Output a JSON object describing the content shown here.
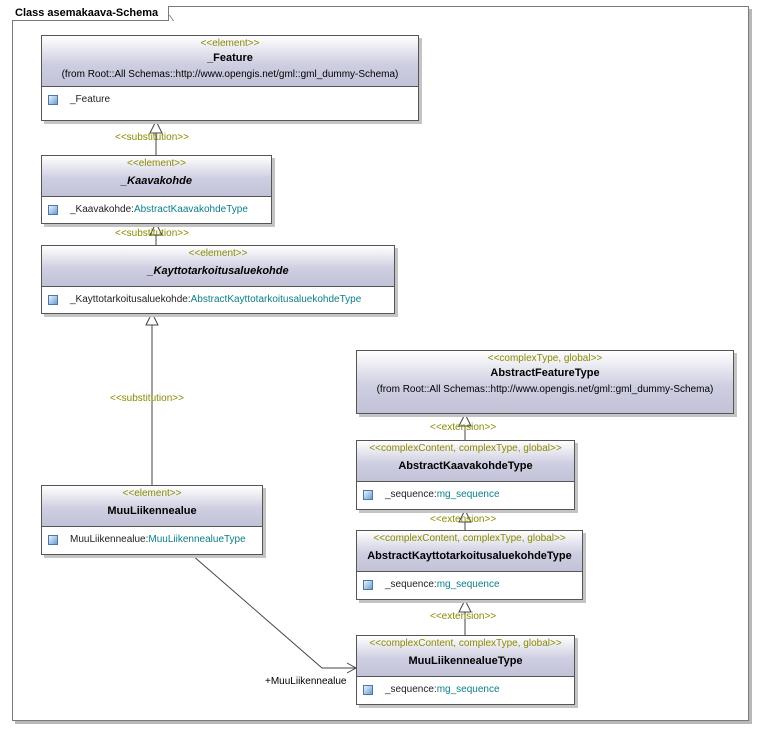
{
  "diagram": {
    "title": "Class asemakaava-Schema",
    "elements": {
      "feature": {
        "stereotype": "<<element>>",
        "name": "_Feature",
        "from": "(from Root::All Schemas::http://www.opengis.net/gml::gml_dummy-Schema)",
        "attr_name": "_Feature",
        "attr_type": ""
      },
      "kaavakohde": {
        "stereotype": "<<element>>",
        "name": "_Kaavakohde",
        "attr_name": "_Kaavakohde:",
        "attr_type": "AbstractKaavakohdeType"
      },
      "kayttotarkoitus": {
        "stereotype": "<<element>>",
        "name": "_Kayttotarkoitusaluekohde",
        "attr_name": "_Kayttotarkoitusaluekohde:",
        "attr_type": "AbstractKayttotarkoitusaluekohdeType"
      },
      "muuliikennealue": {
        "stereotype": "<<element>>",
        "name": "MuuLiikennealue",
        "attr_name": "MuuLiikennealue:",
        "attr_type": "MuuLiikennealueType"
      },
      "abstractfeaturetype": {
        "stereotype": "<<complexType, global>>",
        "name": "AbstractFeatureType",
        "from": "(from Root::All Schemas::http://www.opengis.net/gml::gml_dummy-Schema)"
      },
      "abstractkaavakohdetype": {
        "stereotype": "<<complexContent, complexType, global>>",
        "name": "AbstractKaavakohdeType",
        "attr_name": "_sequence:",
        "attr_type": "mg_sequence"
      },
      "abstractkayttotype": {
        "stereotype": "<<complexContent, complexType, global>>",
        "name": "AbstractKayttotarkoitusaluekohdeType",
        "attr_name": "_sequence:",
        "attr_type": "mg_sequence"
      },
      "muuliikennealuetype": {
        "stereotype": "<<complexContent, complexType, global>>",
        "name": "MuuLiikennealueType",
        "attr_name": "_sequence:",
        "attr_type": "mg_sequence"
      }
    },
    "relations": {
      "substitution_1": "<<substitution>>",
      "substitution_2": "<<substitution>>",
      "substitution_3": "<<substitution>>",
      "extension_1": "<<extension>>",
      "extension_2": "<<extension>>",
      "extension_3": "<<extension>>",
      "association_role": "+MuuLiikennealue"
    },
    "icons": {
      "attribute": "attribute-icon"
    },
    "colors": {
      "stereotype": "#8a8a00",
      "type": "#0a7f8a",
      "header": "#c2c2d8"
    }
  }
}
